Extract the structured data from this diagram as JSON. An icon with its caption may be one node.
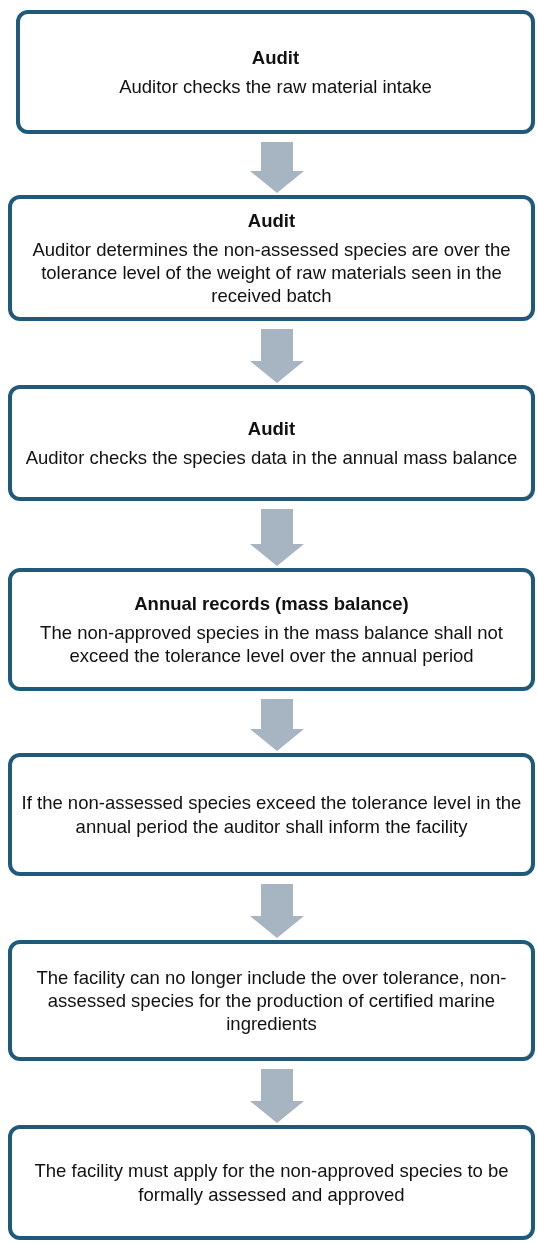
{
  "diagram": {
    "nodes": [
      {
        "text": [
          "Audit",
          "Auditor checks the raw material intake"
        ]
      },
      {
        "text": [
          "Audit",
          "Auditor determines the non-assessed species are over the tolerance level of the weight of raw materials seen in the received batch"
        ]
      },
      {
        "text": [
          "Audit",
          "Auditor checks the species data in the annual mass balance"
        ]
      },
      {
        "text": [
          "Annual records (mass balance)",
          "The non-approved species in the mass balance shall not exceed the tolerance level over the annual period"
        ]
      },
      {
        "text": [
          "If the non-assessed species exceed the tolerance level in the annual period the auditor shall inform the facility"
        ]
      },
      {
        "text": [
          "The facility can no longer include the over tolerance, non-assessed species for the production of certified marine ingredients"
        ]
      },
      {
        "text": [
          "The facility must apply for the non-approved species to be formally assessed and approved"
        ]
      }
    ],
    "edges": [
      {
        "from": 0,
        "to": 1,
        "arrow": "to"
      },
      {
        "from": 1,
        "to": 2,
        "arrow": "to"
      },
      {
        "from": 2,
        "to": 3,
        "arrow": "to"
      },
      {
        "from": 3,
        "to": 4,
        "arrow": "to"
      },
      {
        "from": 4,
        "to": 5,
        "arrow": "to"
      },
      {
        "from": 5,
        "to": 6,
        "arrow": "to"
      }
    ]
  }
}
